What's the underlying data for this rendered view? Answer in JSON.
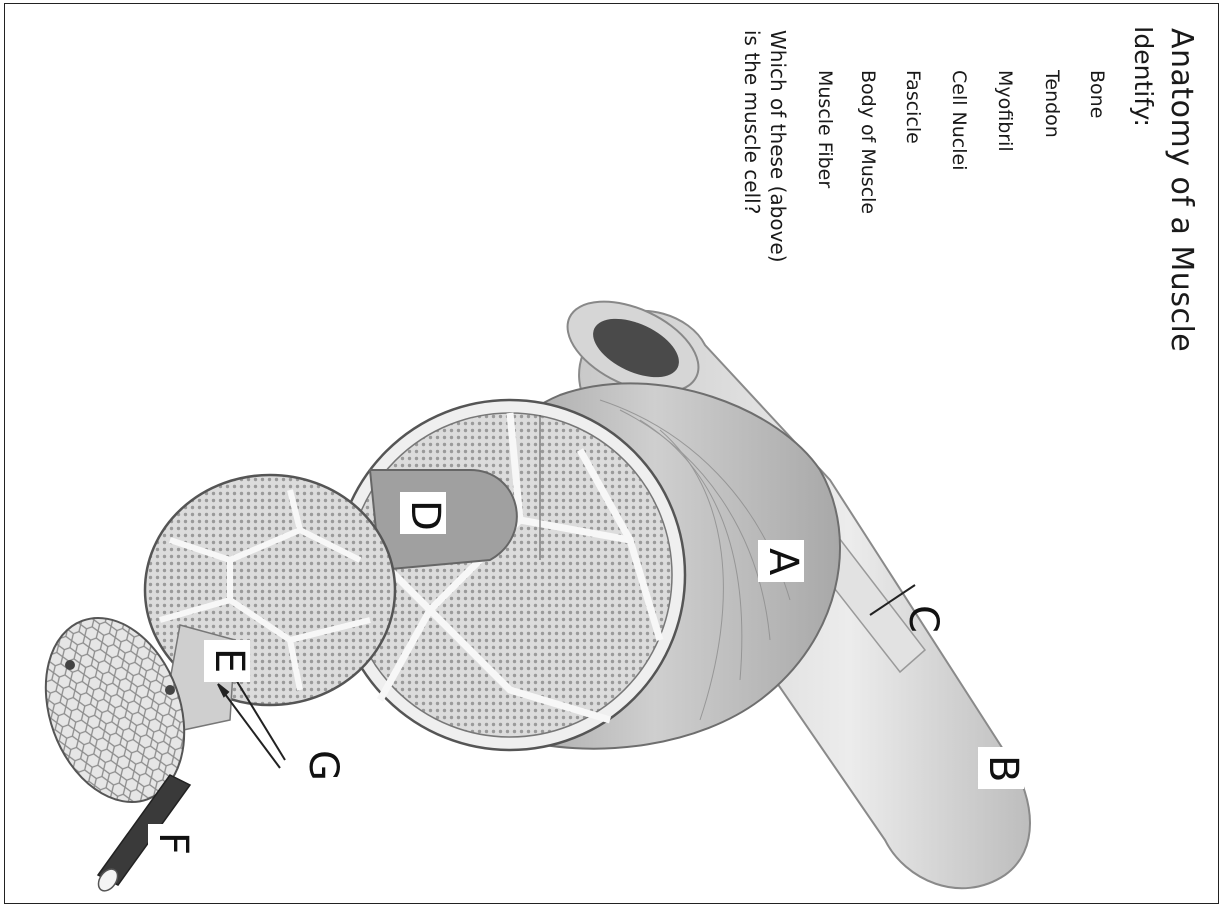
{
  "worksheet": {
    "title": "Anatomy of a Muscle",
    "identify_heading": "Identify:",
    "terms": [
      "Bone",
      "Tendon",
      "Myofibril",
      "Cell Nuclei",
      "Fascicle",
      "Body of Muscle",
      "Muscle Fiber"
    ],
    "question_lines": [
      "Which of these (above)",
      "is the muscle cell?"
    ]
  },
  "figure": {
    "labels": {
      "a": "A",
      "b": "B",
      "c": "C",
      "d": "D",
      "e": "E",
      "f": "F",
      "g": "G"
    }
  }
}
